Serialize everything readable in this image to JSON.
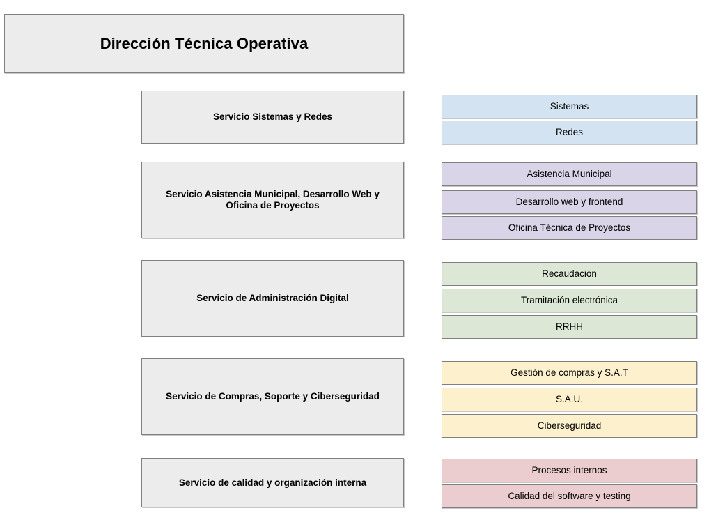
{
  "diagram": {
    "title": "Dirección Técnica Operativa",
    "colors": {
      "title_fill": "#ececec",
      "service_fill": "#ececec",
      "border": "#808080",
      "blue": "#d4e3f2",
      "purple": "#d9d4e8",
      "green": "#dce8d5",
      "yellow": "#fdf0cc",
      "pink": "#ebcdd0"
    },
    "rows": [
      {
        "service": "Servicio Sistemas y Redes",
        "color": "#d4e3f2",
        "units": [
          "Sistemas",
          "Redes"
        ]
      },
      {
        "service": "Servicio Asistencia Municipal, Desarrollo Web y Oficina de Proyectos",
        "color": "#d9d4e8",
        "units": [
          "Asistencia Municipal",
          "Desarrollo web y frontend",
          "Oficina Técnica de Proyectos"
        ]
      },
      {
        "service": "Servicio de Administración Digital",
        "color": "#dce8d5",
        "units": [
          "Recaudación",
          "Tramitación electrónica",
          "RRHH"
        ]
      },
      {
        "service": "Servicio de Compras, Soporte y Ciberseguridad",
        "color": "#fdf0cc",
        "units": [
          "Gestión de compras y S.A.T",
          "S.A.U.",
          "Ciberseguridad"
        ]
      },
      {
        "service": "Servicio de calidad y organización interna",
        "color": "#ebcdd0",
        "units": [
          "Procesos internos",
          "Calidad del software y testing"
        ]
      }
    ]
  }
}
